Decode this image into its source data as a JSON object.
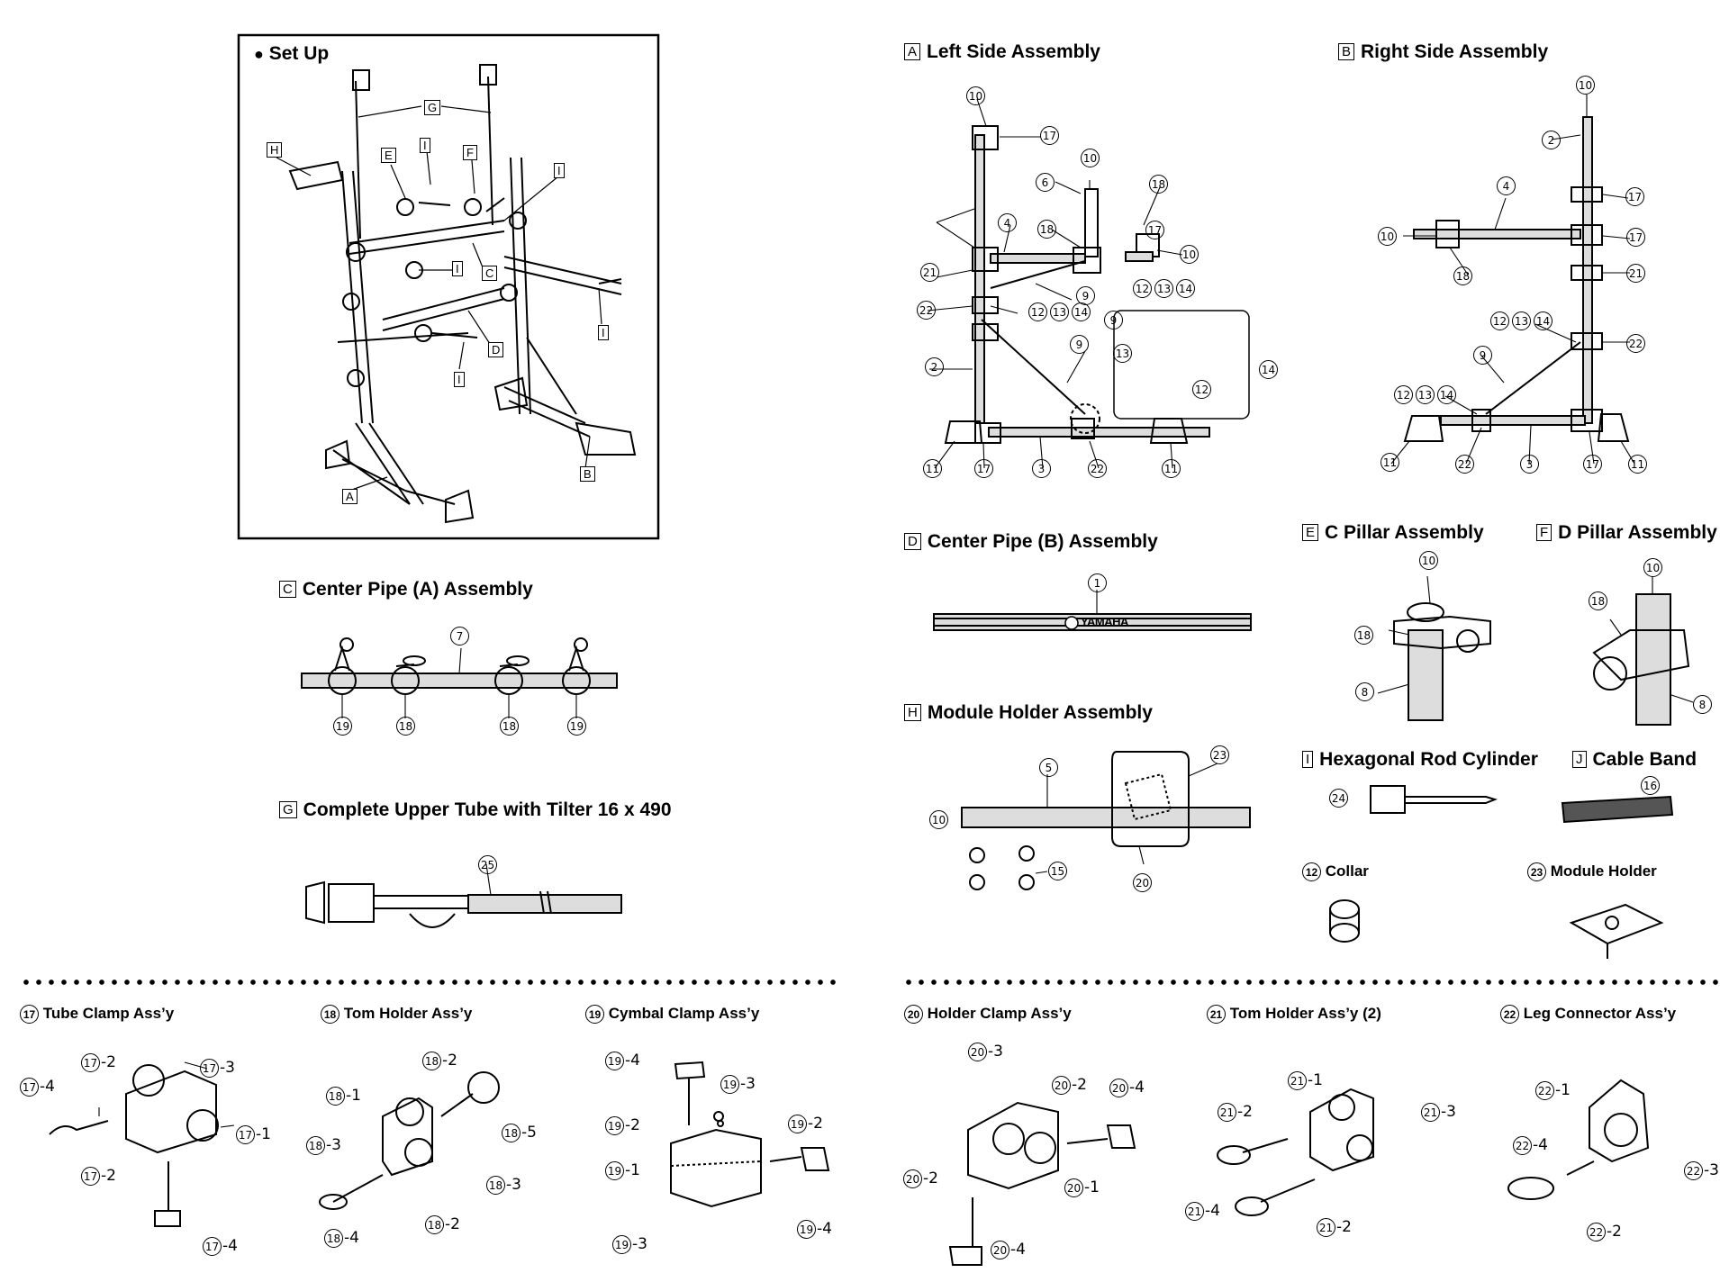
{
  "setup": {
    "title": "Set Up",
    "labels": [
      "H",
      "E",
      "I",
      "F",
      "I",
      "G",
      "I",
      "C",
      "I",
      "D",
      "I",
      "A",
      "B"
    ]
  },
  "sections": {
    "A": {
      "tag": "A",
      "title": "Left Side Assembly"
    },
    "B": {
      "tag": "B",
      "title": "Right Side Assembly"
    },
    "C": {
      "tag": "C",
      "title": "Center Pipe (A) Assembly"
    },
    "D": {
      "tag": "D",
      "title": "Center Pipe (B) Assembly"
    },
    "E": {
      "tag": "E",
      "title": "C Pillar Assembly"
    },
    "F": {
      "tag": "F",
      "title": "D Pillar Assembly"
    },
    "G": {
      "tag": "G",
      "title": "Complete Upper Tube with Tilter 16 x 490"
    },
    "H": {
      "tag": "H",
      "title": "Module Holder Assembly"
    },
    "I": {
      "tag": "I",
      "title": "Hexagonal Rod Cylinder"
    },
    "J": {
      "tag": "J",
      "title": "Cable Band"
    }
  },
  "parts": {
    "collar": {
      "num": "12",
      "title": "Collar"
    },
    "module_holder": {
      "num": "23",
      "title": "Module Holder"
    },
    "tube_clamp": {
      "num": "17",
      "title": "Tube Clamp Ass’y"
    },
    "tom_holder": {
      "num": "18",
      "title": "Tom Holder Ass’y"
    },
    "cymbal_clamp": {
      "num": "19",
      "title": "Cymbal Clamp Ass’y"
    },
    "holder_clamp": {
      "num": "20",
      "title": "Holder Clamp Ass’y"
    },
    "tom_holder_2": {
      "num": "21",
      "title": "Tom Holder Ass’y (2)"
    },
    "leg_connector": {
      "num": "22",
      "title": "Leg Connector Ass’y"
    }
  },
  "brand": "YAMAHA",
  "callouts": {
    "A": [
      "10",
      "17",
      "10",
      "6",
      "18",
      "17",
      "4",
      "18",
      "10",
      "21",
      "9",
      "12",
      "13",
      "14",
      "22",
      "12",
      "13",
      "14",
      "9",
      "13",
      "14",
      "12",
      "9",
      "2",
      "11",
      "17",
      "3",
      "22",
      "11"
    ],
    "B": [
      "10",
      "2",
      "4",
      "17",
      "10",
      "17",
      "18",
      "21",
      "12",
      "13",
      "14",
      "22",
      "9",
      "12",
      "13",
      "14",
      "11",
      "22",
      "3",
      "17",
      "11"
    ],
    "C": [
      "7",
      "19",
      "18",
      "18",
      "19"
    ],
    "D": [
      "1"
    ],
    "E": [
      "10",
      "18",
      "8"
    ],
    "F": [
      "10",
      "18",
      "8"
    ],
    "G": [
      "25"
    ],
    "H": [
      "5",
      "23",
      "10",
      "15",
      "20"
    ],
    "I": [
      "24"
    ],
    "J": [
      "16"
    ],
    "p17": [
      "17-2",
      "17-3",
      "17-4",
      "17-1",
      "17-2",
      "17-4"
    ],
    "p18": [
      "18-2",
      "18-1",
      "18-5",
      "18-3",
      "18-3",
      "18-4",
      "18-2"
    ],
    "p19": [
      "19-4",
      "19-3",
      "19-2",
      "19-2",
      "19-1",
      "19-4",
      "19-3"
    ],
    "p20": [
      "20-3",
      "20-2",
      "20-4",
      "20-2",
      "20-1",
      "20-4"
    ],
    "p21": [
      "21-1",
      "21-2",
      "21-3",
      "21-4",
      "21-2"
    ],
    "p22": [
      "22-1",
      "22-4",
      "22-3",
      "22-2"
    ]
  },
  "colors": {
    "ink": "#000000",
    "paper": "#ffffff",
    "tube_fill": "#d9d9d9"
  }
}
